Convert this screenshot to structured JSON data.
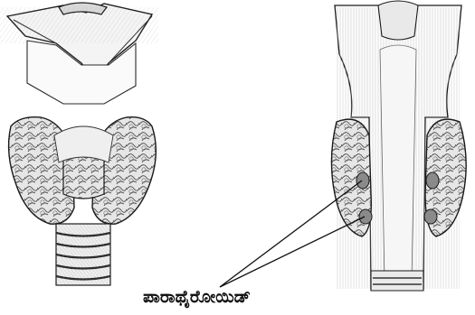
{
  "diagram": {
    "callout_label": "ಪಾರಾಥೈರೋಯಿಡ್",
    "colors": {
      "ink": "#1a1a1a",
      "shade_dark": "#555555",
      "shade_mid": "#8a8a8a",
      "shade_light": "#c9c9c9",
      "background": "#ffffff"
    },
    "panels": [
      "anterior-view-thyroid",
      "posterior-view-thyroid"
    ]
  }
}
